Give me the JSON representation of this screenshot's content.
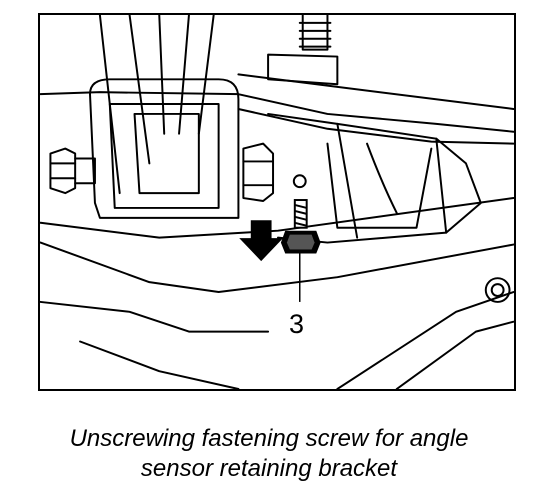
{
  "illustration": {
    "callout_number": "3"
  },
  "caption": {
    "line1": "Unscrewing fastening screw for angle",
    "line2": "sensor retaining bracket"
  },
  "colors": {
    "line": "#000000",
    "background": "#ffffff"
  },
  "icons": [
    "down-arrow-icon",
    "screw-icon"
  ]
}
